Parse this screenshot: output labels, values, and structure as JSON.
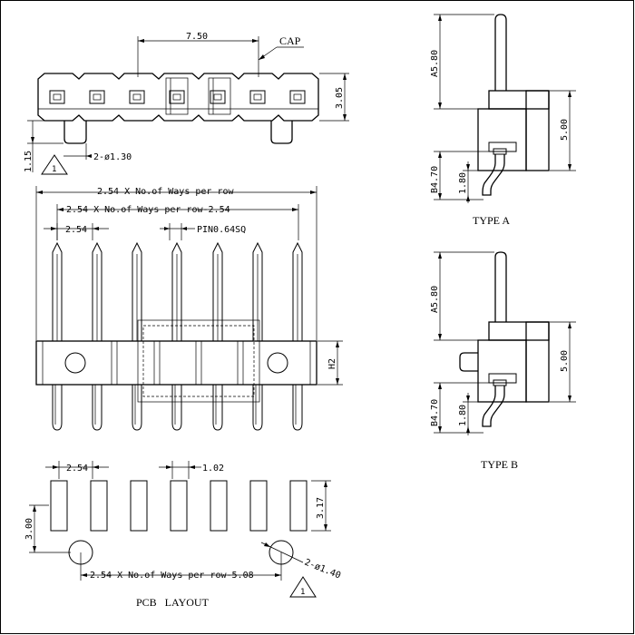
{
  "labels": {
    "cap": "CAP",
    "dim_pitch_top": "7.50",
    "dim_height_top": "3.05",
    "dim_post_height": "1.15",
    "dim_post_dia": "2-ø1.30",
    "dim_total_width": "2.54 X No.of Ways per row",
    "dim_inner_width": "2.54 X No.of Ways per row-2.54",
    "dim_pitch": "2.54",
    "dim_pin": "PIN0.64SQ",
    "dim_h2": "H2",
    "dim_a_a": "A5.80",
    "dim_5_a": "5.00",
    "dim_b_a": "B4.70",
    "dim_1_80_a": "1.80",
    "type_a": "TYPE A",
    "dim_a_b": "A5.80",
    "dim_5_b": "5.00",
    "dim_b_b": "B4.70",
    "dim_1_80_b": "1.80",
    "type_b": "TYPE B",
    "pcb_pitch": "2.54",
    "pcb_pad_w": "1.02",
    "pcb_3_00": "3.00",
    "pcb_3_17": "3.17",
    "pcb_bottom": "2.54 X No.of Ways per row-5.08",
    "pcb_hole": "2-ø1.40",
    "pcb_layout": "PCB   LAYOUT",
    "warn_1": "1",
    "warn_2": "1"
  }
}
